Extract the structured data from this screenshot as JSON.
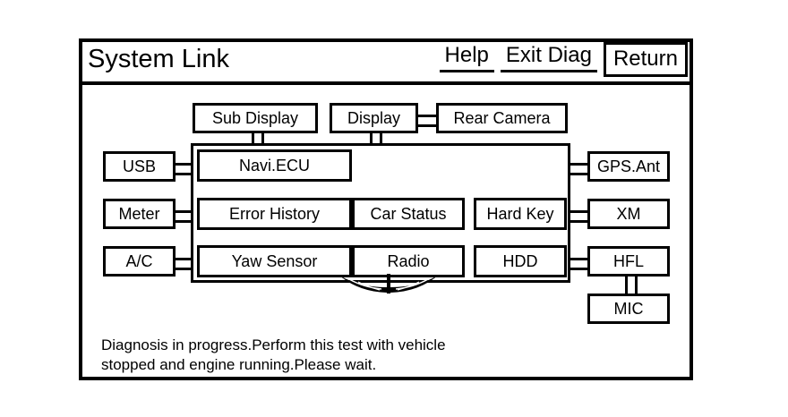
{
  "header": {
    "title": "System Link",
    "help_label": "Help",
    "exit_label": "Exit Diag",
    "return_label": "Return"
  },
  "diagram": {
    "top_row": [
      {
        "id": "sub-display",
        "label": "Sub Display"
      },
      {
        "id": "display",
        "label": "Display"
      },
      {
        "id": "rear-camera",
        "label": "Rear Camera"
      }
    ],
    "left_column": [
      {
        "id": "usb",
        "label": "USB"
      },
      {
        "id": "meter",
        "label": "Meter"
      },
      {
        "id": "ac",
        "label": "A/C"
      }
    ],
    "inner_modules": [
      {
        "id": "navi-ecu",
        "label": "Navi.ECU"
      },
      {
        "id": "error-history",
        "label": "Error History"
      },
      {
        "id": "car-status",
        "label": "Car Status"
      },
      {
        "id": "hard-key",
        "label": "Hard Key"
      },
      {
        "id": "yaw-sensor",
        "label": "Yaw Sensor"
      },
      {
        "id": "radio",
        "label": "Radio"
      },
      {
        "id": "hdd",
        "label": "HDD"
      }
    ],
    "right_column": [
      {
        "id": "gps-ant",
        "label": "GPS.Ant"
      },
      {
        "id": "xm",
        "label": "XM"
      },
      {
        "id": "hfl",
        "label": "HFL"
      },
      {
        "id": "mic",
        "label": "MIC"
      }
    ]
  },
  "status": {
    "line1": "Diagnosis in progress.Perform this test with vehicle",
    "line2": "stopped and engine running.Please wait."
  },
  "colors": {
    "background": "#ffffff",
    "foreground": "#000000"
  }
}
